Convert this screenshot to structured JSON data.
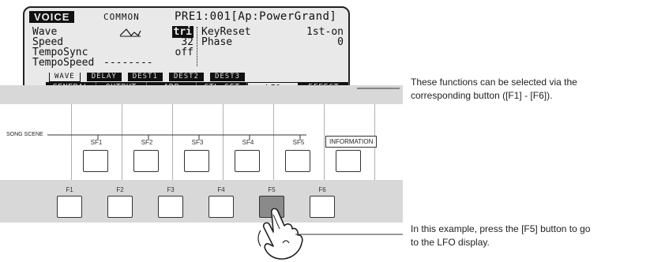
{
  "lcd": {
    "mode": "VOICE",
    "sub": "COMMON",
    "preset": "PRE1:001[Ap:PowerGrand]",
    "params": [
      {
        "name": "Wave",
        "value": "tri"
      },
      {
        "name": "Speed",
        "value": "32"
      },
      {
        "name": "TempoSync",
        "value": "off"
      },
      {
        "name": "TempoSpeed",
        "value": "--------"
      }
    ],
    "right_params": [
      {
        "name": "KeyReset",
        "value": "1st-on"
      },
      {
        "name": "Phase",
        "value": "0"
      }
    ],
    "subtabs": [
      "WAVE",
      "DELAY",
      "DEST1",
      "DEST2",
      "DEST3"
    ],
    "tabs": [
      "GENERAL",
      "OUTPUT",
      "ARP",
      "CTL SET",
      "LFO",
      "EFFECT"
    ],
    "selected_tab": "LFO"
  },
  "panel": {
    "song_scene": "SONG SCENE",
    "sf": [
      "SF1",
      "SF2",
      "SF3",
      "SF4",
      "SF5"
    ],
    "information": "INFORMATION",
    "f": [
      "F1",
      "F2",
      "F3",
      "F4",
      "F5",
      "F6"
    ],
    "pressed": "F5"
  },
  "notes": {
    "top": [
      "These functions can be selected via the",
      "corresponding button ([F1] - [F6])."
    ],
    "bottom": [
      "In this example, press the [F5] button to go",
      "to the LFO display."
    ]
  }
}
